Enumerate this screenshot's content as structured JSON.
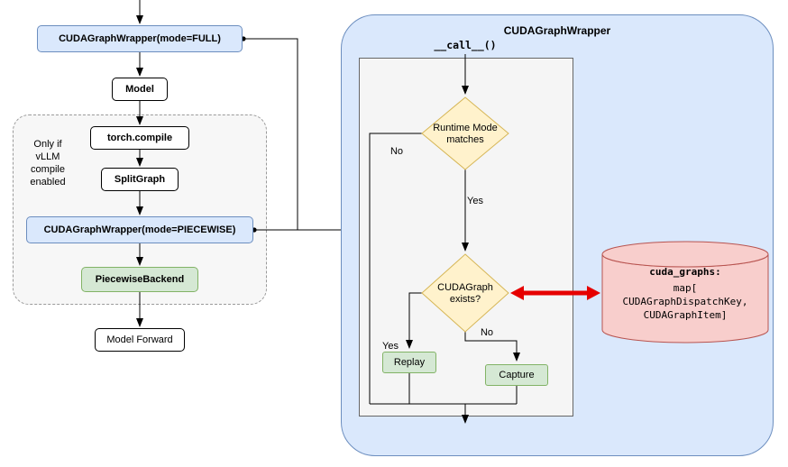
{
  "colors": {
    "blue_fill": "#dae8fc",
    "blue_border": "#6c8ebf",
    "green_fill": "#d5e8d4",
    "green_border": "#82b366",
    "yellow_fill": "#fff2cc",
    "yellow_border": "#d6b656",
    "pink_fill": "#f8cecc",
    "pink_border": "#b85450",
    "red_arrow": "#e60000",
    "inner_panel_gray": "#f5f5f5"
  },
  "left_flow": {
    "wrapper_full_label": "CUDAGraphWrapper(mode=FULL)",
    "model_label": "Model",
    "compile_note": "Only if\nvLLM\ncompile\nenabled",
    "torch_compile_label": "torch.compile",
    "split_graph_label": "SplitGraph",
    "wrapper_piecewise_label": "CUDAGraphWrapper(mode=PIECEWISE)",
    "piecewise_backend_label": "PiecewiseBackend",
    "model_forward_label": "Model Forward"
  },
  "wrapper_panel": {
    "title": "CUDAGraphWrapper",
    "call_label": "__call__()",
    "runtime_mode_diamond": "Runtime Mode\nmatches",
    "exists_diamond": "CUDAGraph\nexists?",
    "branch_labels": {
      "runtime_no": "No",
      "runtime_yes": "Yes",
      "exists_yes": "Yes",
      "exists_no": "No"
    },
    "replay_label": "Replay",
    "capture_label": "Capture",
    "store_title": "cuda_graphs:",
    "store_body": "map[\nCUDAGraphDispatchKey,\nCUDAGraphItem]"
  }
}
